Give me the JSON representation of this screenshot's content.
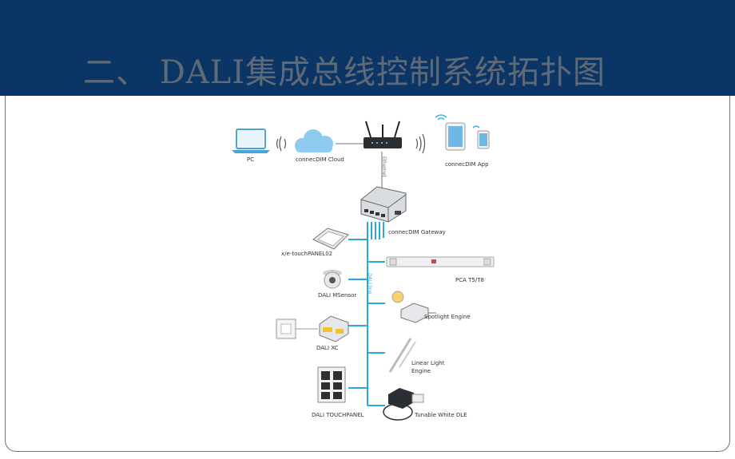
{
  "header": {
    "title": "二、 DALI集成总线控制系统拓扑图",
    "bg_color": "#0b3564"
  },
  "diagram": {
    "labels": {
      "pc": "PC",
      "cloud": "connecDIM Cloud",
      "app": "connecDIM App",
      "ethernet": "Ethernet",
      "gateway": "connecDIM Gateway",
      "touchpanel02": "x/e-touchPANEL02",
      "msensor": "DALI MSensor",
      "xc": "DALI XC",
      "dali_touchpanel": "DALI TOUCHPANEL",
      "dali_line": "DALI line",
      "pca": "PCA T5/T8",
      "spotlight": "Spotlight Engine",
      "linear_1": "Linear Light",
      "linear_2": "Engine",
      "tunable": "Tunable White DLE"
    },
    "bus_color": "#29a8e0"
  }
}
